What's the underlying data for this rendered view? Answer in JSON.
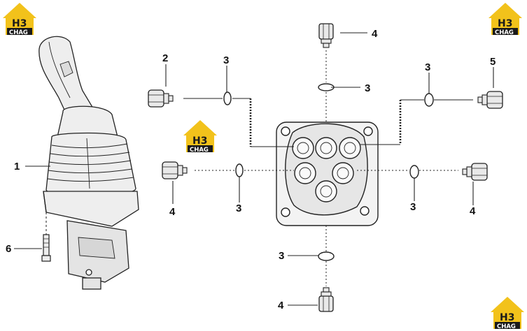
{
  "diagram": {
    "labels": {
      "joystick": "1",
      "top_left_fitting": "2",
      "oring_top_left": "3",
      "oring_top": "3",
      "oring_top_right": "3",
      "oring_left": "3",
      "oring_right": "3",
      "oring_bottom": "3",
      "top_fitting": "4",
      "left_fitting": "4",
      "right_fitting": "4",
      "bottom_fitting": "4",
      "top_right_fitting": "5",
      "bolt": "6"
    },
    "logos": [
      {
        "id": "logo-top-left",
        "mark": "H3",
        "text": "CHAG"
      },
      {
        "id": "logo-top-right",
        "mark": "H3",
        "text": "CHAG"
      },
      {
        "id": "logo-center",
        "mark": "H3",
        "text": "CHAG"
      },
      {
        "id": "logo-bottom-right",
        "mark": "H3",
        "text": "CHAG"
      }
    ],
    "colors": {
      "logo_yellow": "#f2c21b",
      "logo_dark": "#1a1a1a",
      "line": "#222222",
      "part_fill": "#e9e9e9"
    }
  }
}
